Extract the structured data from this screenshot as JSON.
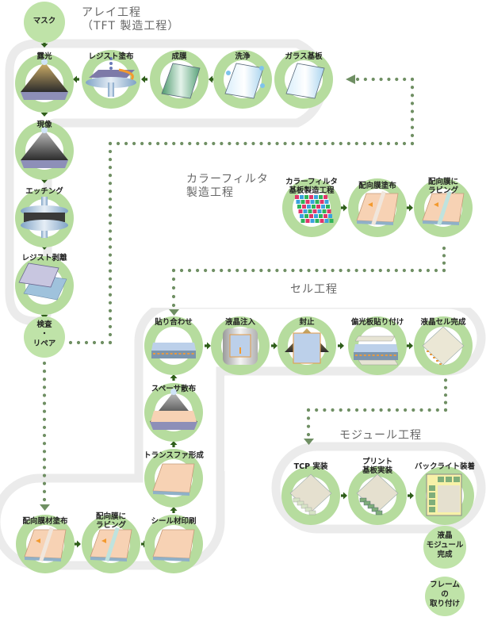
{
  "colors": {
    "track": "#ebebeb",
    "ring": "#b6dc9e",
    "circle_fill": "#bfe3a8",
    "arrow": "#2f5e1a",
    "dots": "#6f8f63",
    "title": "#666666"
  },
  "titles": {
    "array_line1": "アレイ工程",
    "array_line2": "（TFT 製造工程）",
    "cf_line1": "カラーフィルタ",
    "cf_line2": "製造工程",
    "cell": "セル工程",
    "module": "モジュール工程"
  },
  "array": {
    "mask": "マスク",
    "steps": [
      {
        "label": "ガラス基板",
        "icon": "glass-substrate-icon"
      },
      {
        "label": "洗浄",
        "icon": "cleaning-icon"
      },
      {
        "label": "成膜",
        "icon": "film-deposition-icon"
      },
      {
        "label": "レジスト塗布",
        "icon": "resist-coating-icon"
      },
      {
        "label": "露光",
        "icon": "exposure-icon"
      },
      {
        "label": "現像",
        "icon": "development-icon"
      },
      {
        "label": "エッチング",
        "icon": "etching-icon"
      },
      {
        "label": "レジスト剥離",
        "icon": "resist-strip-icon"
      }
    ],
    "inspect_line1": "検査",
    "inspect_line2": "・",
    "inspect_line3": "リペア"
  },
  "cf": {
    "steps": [
      {
        "label1": "カラーフィルタ",
        "label2": "基板製造工程",
        "icon": "color-filter-substrate-icon"
      },
      {
        "label1": "配向膜塗布",
        "label2": "",
        "icon": "alignment-film-coating-icon"
      },
      {
        "label1": "配向膜に",
        "label2": "ラビング",
        "icon": "rubbing-icon"
      }
    ]
  },
  "tft_side": {
    "steps": [
      {
        "label1": "配向膜材塗布",
        "label2": "",
        "icon": "alignment-material-coating-icon"
      },
      {
        "label1": "配向膜に",
        "label2": "ラビング",
        "icon": "rubbing-icon"
      },
      {
        "label1": "シール材印刷",
        "label2": "",
        "icon": "seal-printing-icon"
      },
      {
        "label1": "トランスファ形成",
        "label2": "",
        "icon": "transfer-forming-icon"
      },
      {
        "label1": "スペーサ散布",
        "label2": "",
        "icon": "spacer-spraying-icon"
      }
    ]
  },
  "cell": {
    "steps": [
      {
        "label": "貼り合わせ",
        "icon": "bonding-icon"
      },
      {
        "label": "液晶注入",
        "icon": "lc-injection-icon"
      },
      {
        "label": "封止",
        "icon": "sealing-icon"
      },
      {
        "label": "偏光板貼り付け",
        "icon": "polarizer-attach-icon"
      },
      {
        "label": "液晶セル完成",
        "icon": "lc-cell-complete-icon"
      }
    ]
  },
  "module": {
    "steps": [
      {
        "label1": "TCP 実装",
        "label2": "",
        "icon": "tcp-mounting-icon"
      },
      {
        "label1": "プリント",
        "label2": "基板実装",
        "icon": "pcb-mounting-icon"
      },
      {
        "label1": "バックライト装着",
        "label2": "",
        "icon": "backlight-attach-icon"
      }
    ],
    "complete_line1": "液晶",
    "complete_line2": "モジュール",
    "complete_line3": "完成",
    "frame_line1": "フレーム",
    "frame_line2": "の",
    "frame_line3": "取り付け"
  }
}
